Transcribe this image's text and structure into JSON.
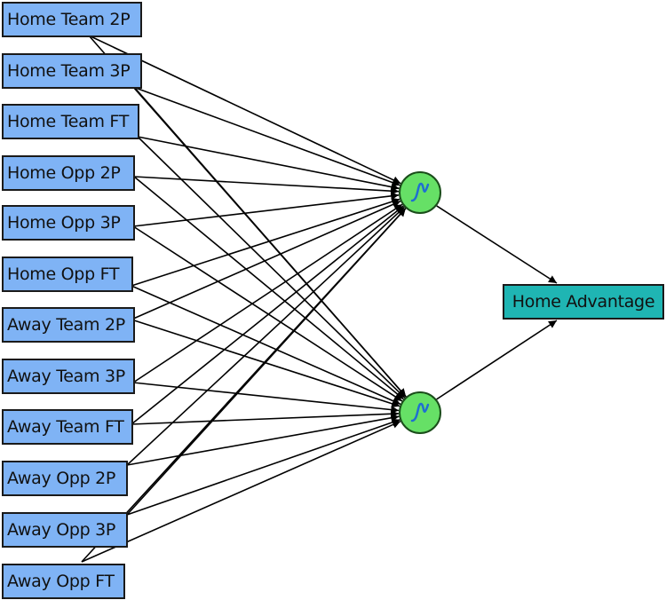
{
  "diagram": {
    "inputs": [
      {
        "label": "Home Team 2P"
      },
      {
        "label": "Home Team 3P"
      },
      {
        "label": "Home Team FT"
      },
      {
        "label": "Home Opp 2P"
      },
      {
        "label": "Home Opp 3P"
      },
      {
        "label": "Home Opp FT"
      },
      {
        "label": "Away Team 2P"
      },
      {
        "label": "Away Team 3P"
      },
      {
        "label": "Away Team FT"
      },
      {
        "label": "Away Opp 2P"
      },
      {
        "label": "Away Opp 3P"
      },
      {
        "label": "Away Opp FT"
      }
    ],
    "hidden": [
      {
        "activation": "sigmoid-icon"
      },
      {
        "activation": "sigmoid-icon"
      }
    ],
    "output": {
      "label": "Home Advantage"
    },
    "colors": {
      "input_fill": "#7fb3f5",
      "hidden_fill": "#66e066",
      "output_fill": "#1fb5b3",
      "edge": "#000000"
    }
  }
}
